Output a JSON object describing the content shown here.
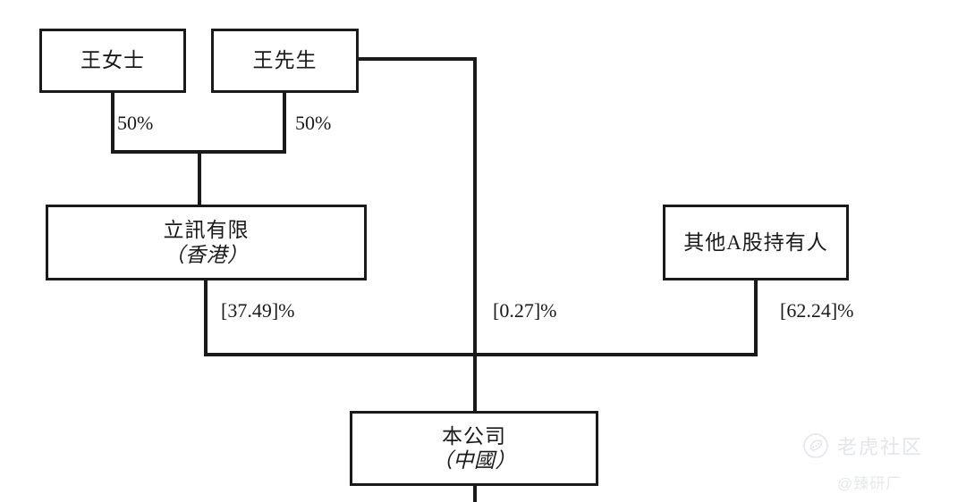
{
  "diagram": {
    "type": "shareholding-structure-chart",
    "nodes": {
      "wang_ms": {
        "name": "王女士"
      },
      "wang_mr": {
        "name": "王先生"
      },
      "luxshare_hk": {
        "name": "立訊有限",
        "jurisdiction": "（香港）"
      },
      "other_a": {
        "name": "其他A股持有人"
      },
      "company": {
        "name": "本公司",
        "jurisdiction": "（中國）"
      }
    },
    "edges": [
      {
        "id": "ms-to-luxshare",
        "from": "wang_ms",
        "to": "luxshare_hk",
        "label": "50%"
      },
      {
        "id": "mr-to-luxshare",
        "from": "wang_mr",
        "to": "luxshare_hk",
        "label": "50%"
      },
      {
        "id": "luxshare-to-company",
        "from": "luxshare_hk",
        "to": "company",
        "label": "[37.49]%"
      },
      {
        "id": "mr-to-company",
        "from": "wang_mr",
        "to": "company",
        "label": "[0.27]%"
      },
      {
        "id": "other-a-to-company",
        "from": "other_a",
        "to": "company",
        "label": "[62.24]%"
      }
    ]
  },
  "watermark": {
    "brand": "老虎社区",
    "handle": "@臻研厂",
    "logo_icon": "tiger-circle-logo-icon"
  },
  "colors": {
    "background": "#ffffff",
    "line": "#1a1a1a",
    "text": "#1a1a1a",
    "watermark": "#e3e5ea"
  }
}
